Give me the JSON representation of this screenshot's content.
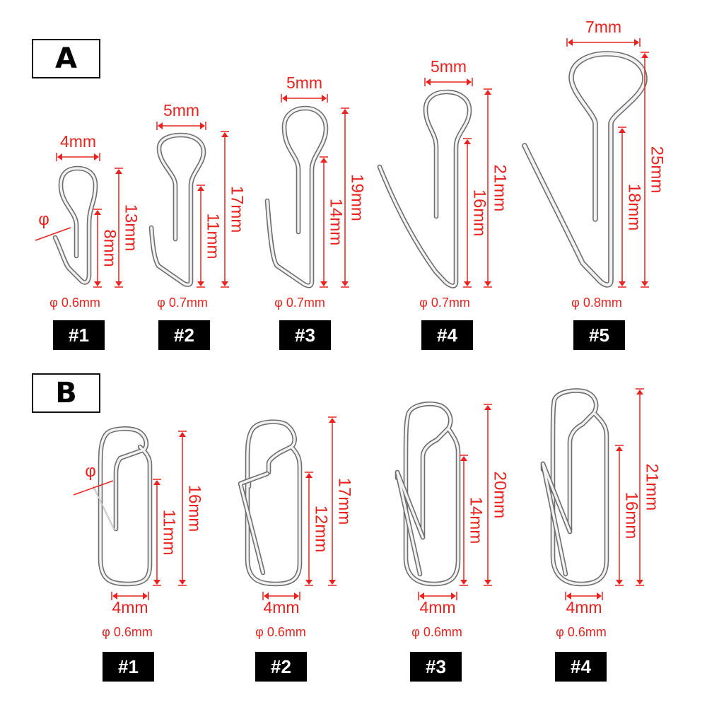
{
  "colors": {
    "dimension": "#e8231f",
    "wire": "#8c8c8c",
    "badge_bg": "#000000",
    "badge_fg": "#ffffff"
  },
  "sections": [
    {
      "label": "A",
      "items": [
        {
          "badge": "#1",
          "diameter": "φ 0.6mm",
          "loop_width": "4mm",
          "total_height": "13mm",
          "shank_height": "8mm",
          "phi_symbol": "φ"
        },
        {
          "badge": "#2",
          "diameter": "φ 0.7mm",
          "loop_width": "5mm",
          "total_height": "17mm",
          "shank_height": "11mm"
        },
        {
          "badge": "#3",
          "diameter": "φ 0.7mm",
          "loop_width": "5mm",
          "total_height": "19mm",
          "shank_height": "14mm"
        },
        {
          "badge": "#4",
          "diameter": "φ 0.7mm",
          "loop_width": "5mm",
          "total_height": "21mm",
          "shank_height": "16mm"
        },
        {
          "badge": "#5",
          "diameter": "φ 0.8mm",
          "loop_width": "7mm",
          "total_height": "25mm",
          "shank_height": "18mm"
        }
      ]
    },
    {
      "label": "B",
      "items": [
        {
          "badge": "#1",
          "diameter": "φ 0.6mm",
          "bottom_width": "4mm",
          "total_height": "16mm",
          "shank_height": "11mm",
          "phi_symbol": "φ"
        },
        {
          "badge": "#2",
          "diameter": "φ 0.6mm",
          "bottom_width": "4mm",
          "total_height": "17mm",
          "shank_height": "12mm"
        },
        {
          "badge": "#3",
          "diameter": "φ 0.6mm",
          "bottom_width": "4mm",
          "total_height": "20mm",
          "shank_height": "14mm"
        },
        {
          "badge": "#4",
          "diameter": "φ 0.6mm",
          "bottom_width": "4mm",
          "total_height": "21mm",
          "shank_height": "16mm"
        }
      ]
    }
  ]
}
